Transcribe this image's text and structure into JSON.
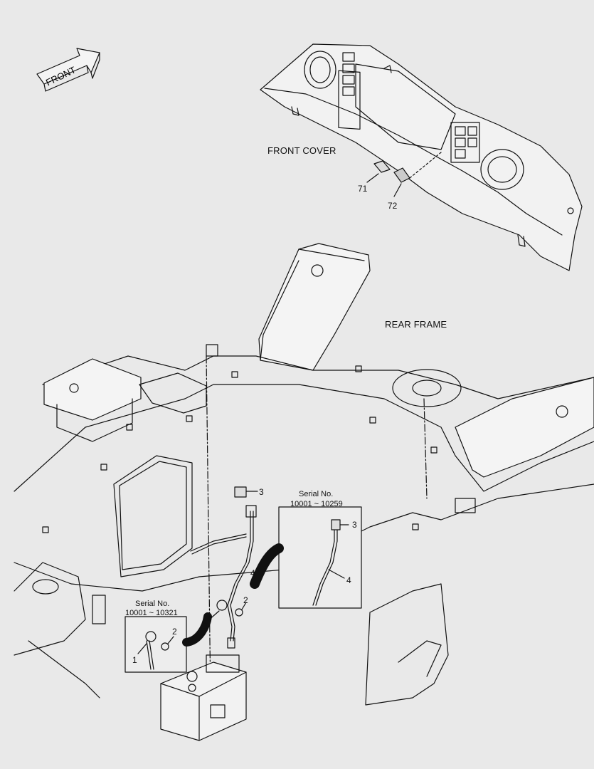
{
  "direction_arrow": {
    "label": "FRONT",
    "icon": "front-arrow-icon"
  },
  "titles": {
    "front_cover": "FRONT COVER",
    "rear_frame": "REAR FRAME"
  },
  "callouts": {
    "n71": "71",
    "n72": "72",
    "n3_main": "3",
    "n4_main": "4",
    "n2_main": "2",
    "n1_main": "1"
  },
  "inset_right": {
    "serial_label": "Serial No.",
    "serial_range": "10001 ~ 10259",
    "n3": "3",
    "n4": "4"
  },
  "inset_left": {
    "serial_label": "Serial No.",
    "serial_range": "10001 ~ 10321",
    "n2": "2",
    "n1": "1"
  }
}
